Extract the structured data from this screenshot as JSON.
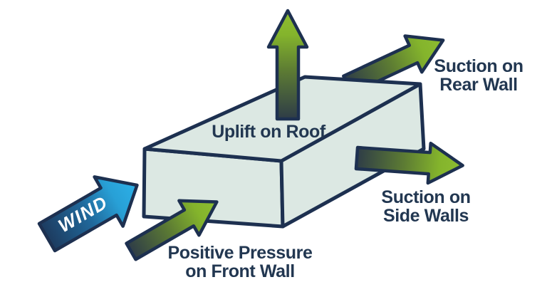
{
  "diagram": {
    "subject": "wind-forces-on-building"
  },
  "labels": {
    "wind": "WIND",
    "uplift": "Uplift on Roof",
    "rear": {
      "line1": "Suction on",
      "line2": "Rear Wall"
    },
    "side": {
      "line1": "Suction on",
      "line2": "Side Walls"
    },
    "front": {
      "line1": "Positive Pressure",
      "line2": "on Front Wall"
    }
  },
  "colors": {
    "background": "#ffffff",
    "outline_navy": "#1d3050",
    "text_navy": "#223751",
    "building_fill": "#dce8e3",
    "green_dark": "#2e3c47",
    "green_olive": "#5d7c33",
    "green_bright": "#84b42c",
    "green_tip": "#8dbd31",
    "blue_dark": "#1d3b5f",
    "blue_mid": "#20699c",
    "blue_bright": "#28a0d6",
    "blue_tip": "#2cb0e8",
    "wind_text": "#ffffff"
  }
}
